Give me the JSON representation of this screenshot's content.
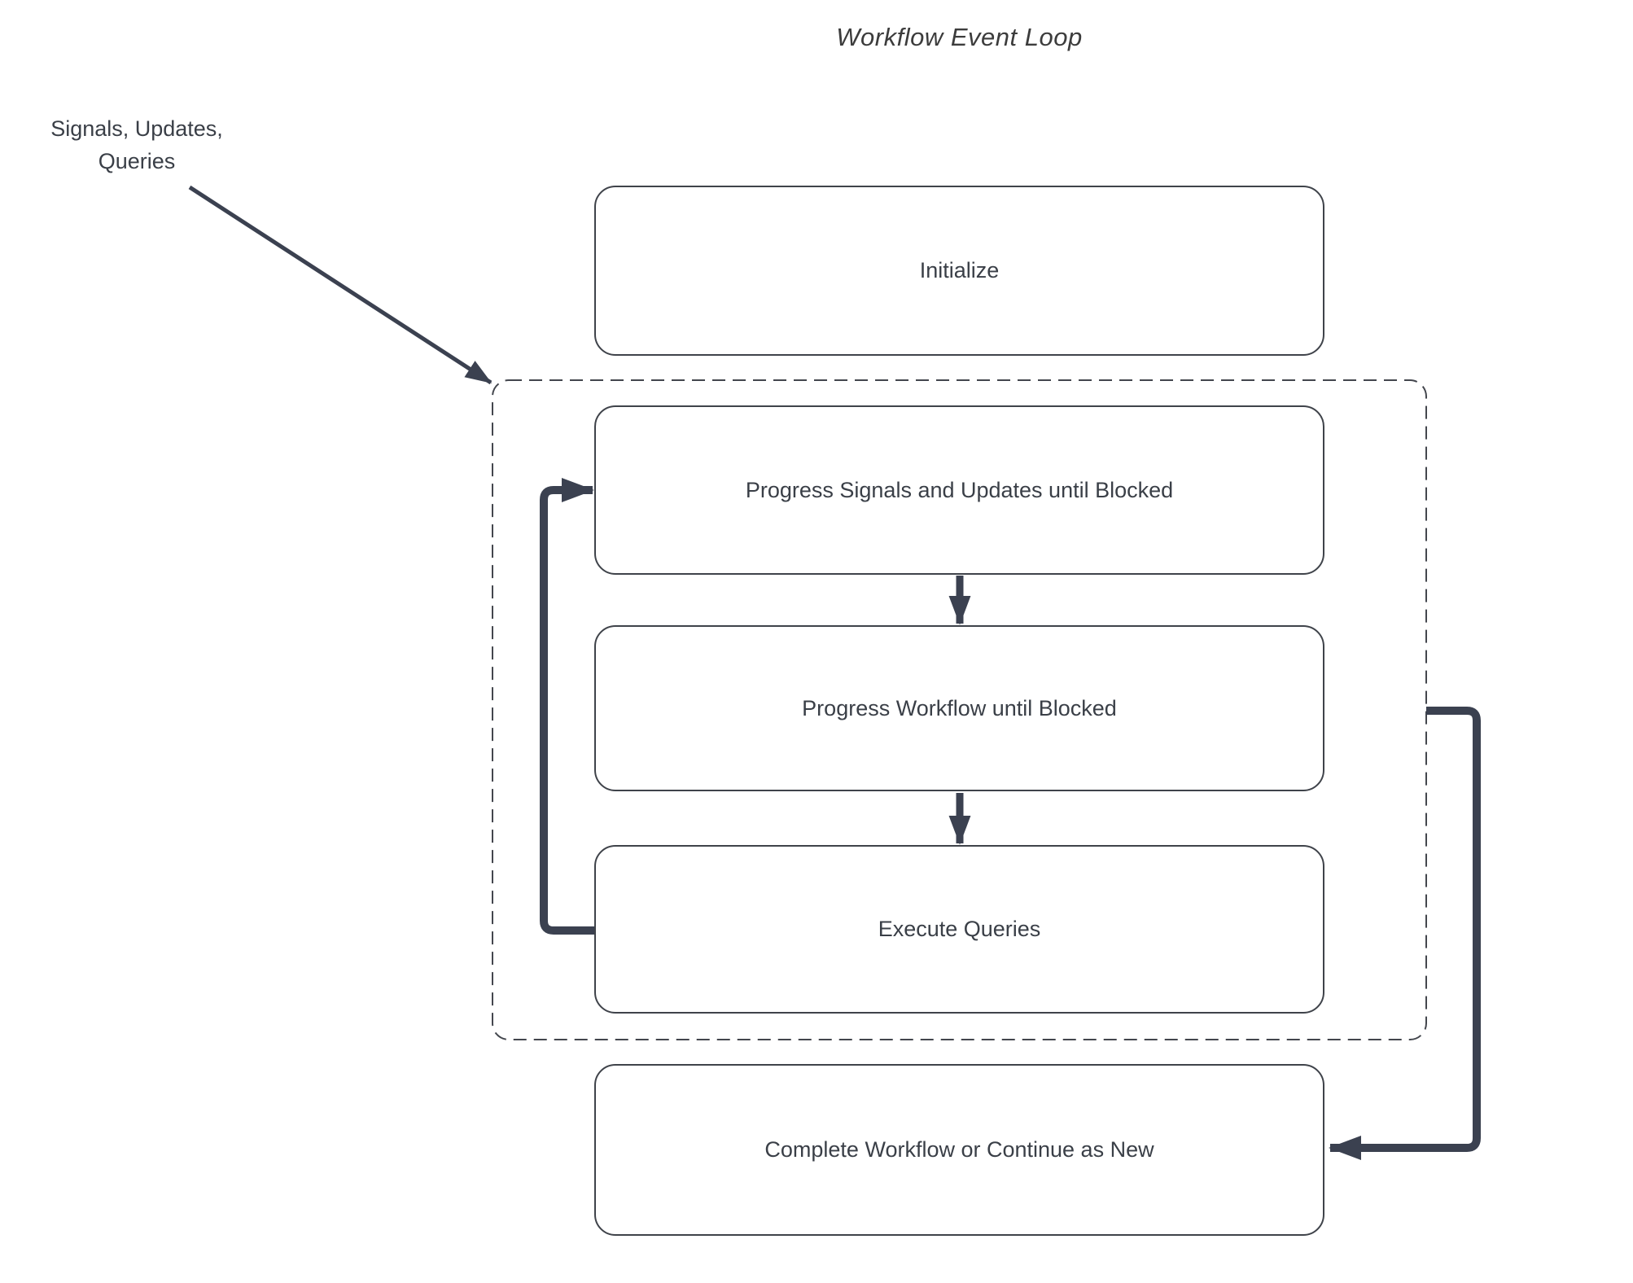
{
  "title": "Workflow Event Loop",
  "annotation": {
    "lines": [
      "Signals, Updates,",
      "Queries"
    ]
  },
  "nodes": [
    {
      "id": "initialize",
      "label": "Initialize"
    },
    {
      "id": "progress-signals",
      "label": "Progress Signals and Updates until Blocked"
    },
    {
      "id": "progress-workflow",
      "label": "Progress Workflow until Blocked"
    },
    {
      "id": "execute-queries",
      "label": "Execute Queries"
    },
    {
      "id": "complete-workflow",
      "label": "Complete Workflow or Continue as New"
    }
  ],
  "group": {
    "id": "event-loop-group",
    "contains": [
      "progress-signals",
      "progress-workflow",
      "execute-queries"
    ],
    "border_style": "dashed"
  },
  "edges": [
    {
      "from": "signals-updates-queries-annotation",
      "to": "event-loop-group",
      "style": "thin-diagonal-arrow"
    },
    {
      "from": "progress-signals",
      "to": "progress-workflow",
      "style": "thick-down-arrow"
    },
    {
      "from": "progress-workflow",
      "to": "execute-queries",
      "style": "thick-down-arrow"
    },
    {
      "from": "execute-queries",
      "to": "progress-signals",
      "style": "thick-loop-arrow-left-side"
    },
    {
      "from": "event-loop-group",
      "to": "complete-workflow",
      "style": "thick-elbow-arrow-right-side"
    }
  ],
  "colors": {
    "arrow": "#3b4150",
    "box_border": "#3f434a",
    "text": "#3a3f47",
    "dashed_border": "#43464d",
    "background": "#ffffff"
  }
}
